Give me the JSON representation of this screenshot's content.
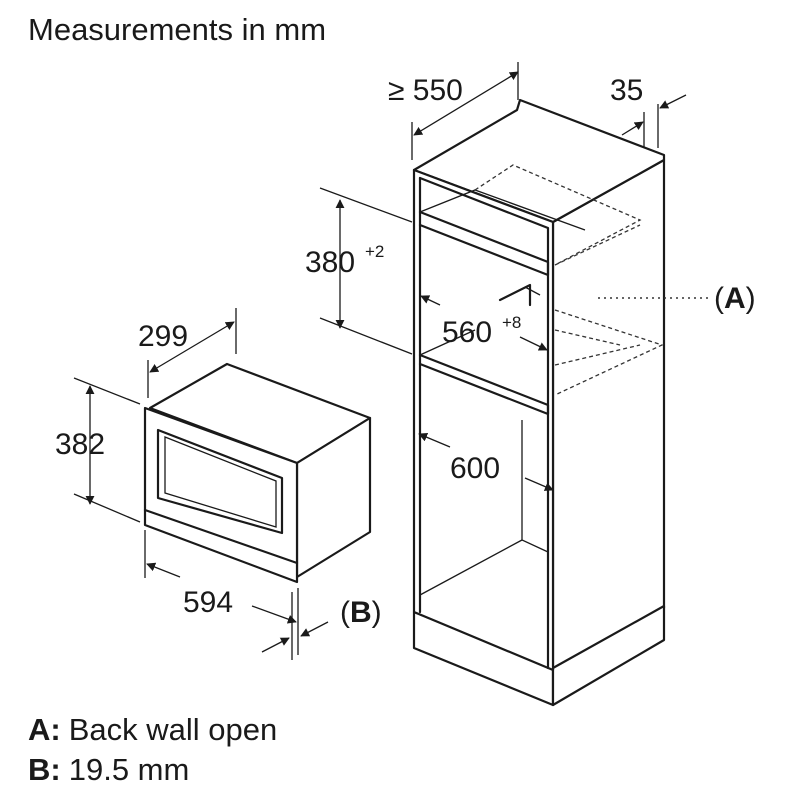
{
  "title": "Measurements in mm",
  "dimensions": {
    "cabinet_depth": "≥ 550",
    "top_offset": "35",
    "niche_height": "380",
    "niche_height_tolerance": "+2",
    "niche_width": "560",
    "niche_width_tolerance": "+8",
    "cabinet_width": "600",
    "appliance_depth": "299",
    "appliance_height": "382",
    "appliance_width": "594"
  },
  "callouts": {
    "a_open": "(",
    "a_letter": "A",
    "a_close": ")",
    "b_open": "(",
    "b_letter": "B",
    "b_close": ")"
  },
  "legend": [
    {
      "key": "A:",
      "text": "Back wall open"
    },
    {
      "key": "B:",
      "text": "19.5 mm"
    }
  ]
}
